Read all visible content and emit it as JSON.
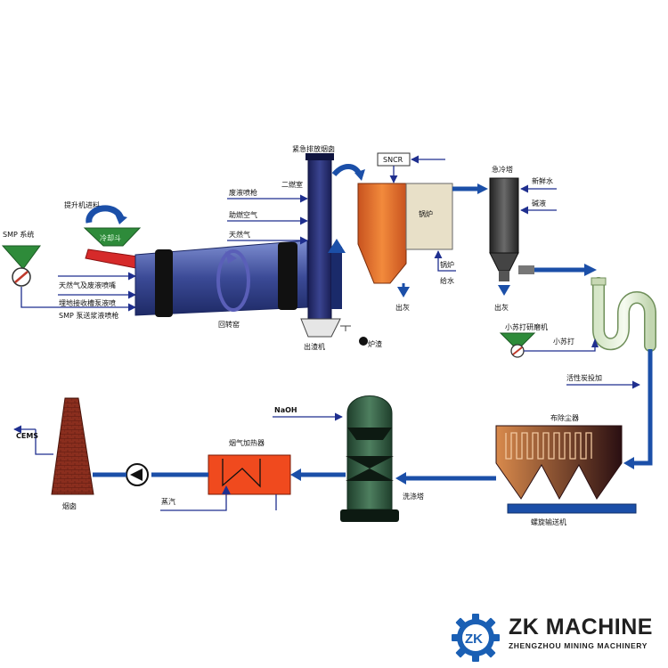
{
  "labels": {
    "smp_system": "SMP 系统",
    "hoist_feed": "提升机进料",
    "cooling_conveyor": "冷却斗",
    "natural_gas_waste_nozzle": "天然气及废液喷嘴",
    "buried_tank_waste_spray": "埋地接收槽泵液喷",
    "smp_pump_gun": "SMP 泵送浆液喷枪",
    "waste_liquid_gun": "废液喷枪",
    "combustion_air": "助燃空气",
    "natural_gas": "天然气",
    "emergency_stack": "紧急排放烟囱",
    "secondary_chamber": "二燃室",
    "rotary_kiln": "回转窑",
    "slag_remover": "出渣机",
    "furnace_slag": "炉渣",
    "sncr": "SNCR",
    "boiler": "锅炉",
    "boiler_feed_water": "锅炉\n给水",
    "ash_out_1": "出灰",
    "quench_tower": "急冷塔",
    "fresh_water": "新鲜水",
    "alkali_liquid": "碱液",
    "ash_out_2": "出灰",
    "soda_mill": "小苏打研磨机",
    "soda": "小苏打",
    "activated_carbon": "活性炭投加",
    "bag_filter": "布除尘器",
    "screw_conveyor": "螺旋输送机",
    "naoh": "NaOH",
    "scrubber": "洗涤塔",
    "flue_heater": "烟气加热器",
    "steam": "蒸汽",
    "cems": "CEMS",
    "chimney": "烟囱"
  },
  "logo": {
    "title": "ZK MACHINE",
    "subtitle": "ZHENGZHOU MINING MACHINERY",
    "mark": "ZK"
  },
  "colors": {
    "pipe": "#1b4fa8",
    "arrow_thin": "#1f2f8f",
    "kiln": "#4a5aa6",
    "secondary_chamber": "#28306e",
    "orange_unit": "#e0692a",
    "boiler": "#e8e0c8",
    "quench_tower": "#3a3a3a",
    "hopper_green": "#2e8b3a",
    "bag_filter": "#b85a2e",
    "scrubber": "#3f6a4e",
    "heater_red": "#f04a1e",
    "chimney_brick": "#8c2f1f",
    "brand_blue": "#1a5fb4"
  }
}
